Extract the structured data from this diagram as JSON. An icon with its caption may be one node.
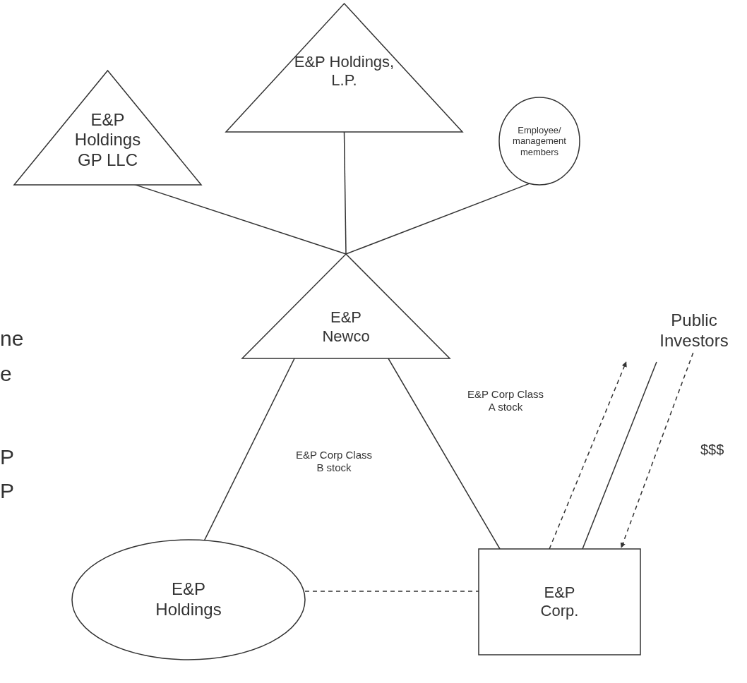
{
  "diagram": {
    "nodes": [
      {
        "text": [
          "E&P Holdings GP LLC"
        ]
      },
      {
        "text": [
          "E&P Holdings, L.P."
        ]
      },
      {
        "text": [
          "Employee/ management members"
        ]
      },
      {
        "text": [
          "E&P Newco"
        ]
      },
      {
        "text": [
          "E&P Holdings"
        ]
      },
      {
        "text": [
          "E&P Corp."
        ]
      },
      {
        "text": [
          "Public Investors"
        ]
      }
    ],
    "edges": [
      {
        "from": 0,
        "to": 3,
        "arrow": "none"
      },
      {
        "from": 1,
        "to": 3,
        "arrow": "none"
      },
      {
        "from": 2,
        "to": 3,
        "arrow": "none"
      },
      {
        "from": 3,
        "to": 4,
        "arrow": "none"
      },
      {
        "from": 3,
        "to": 5,
        "arrow": "none"
      },
      {
        "from": 4,
        "to": 5,
        "arrow": "none",
        "style": "dashed"
      },
      {
        "from": 5,
        "to": 6,
        "arrow": "to",
        "style": "dashed"
      },
      {
        "from": 6,
        "to": 5,
        "arrow": "none"
      },
      {
        "from": 6,
        "to": 5,
        "arrow": "to",
        "style": "dashed"
      }
    ],
    "labels": [
      "ne",
      "e",
      "P",
      "P",
      "E&P Corp Class A stock",
      "E&P Corp Class B stock",
      "$$$"
    ]
  }
}
